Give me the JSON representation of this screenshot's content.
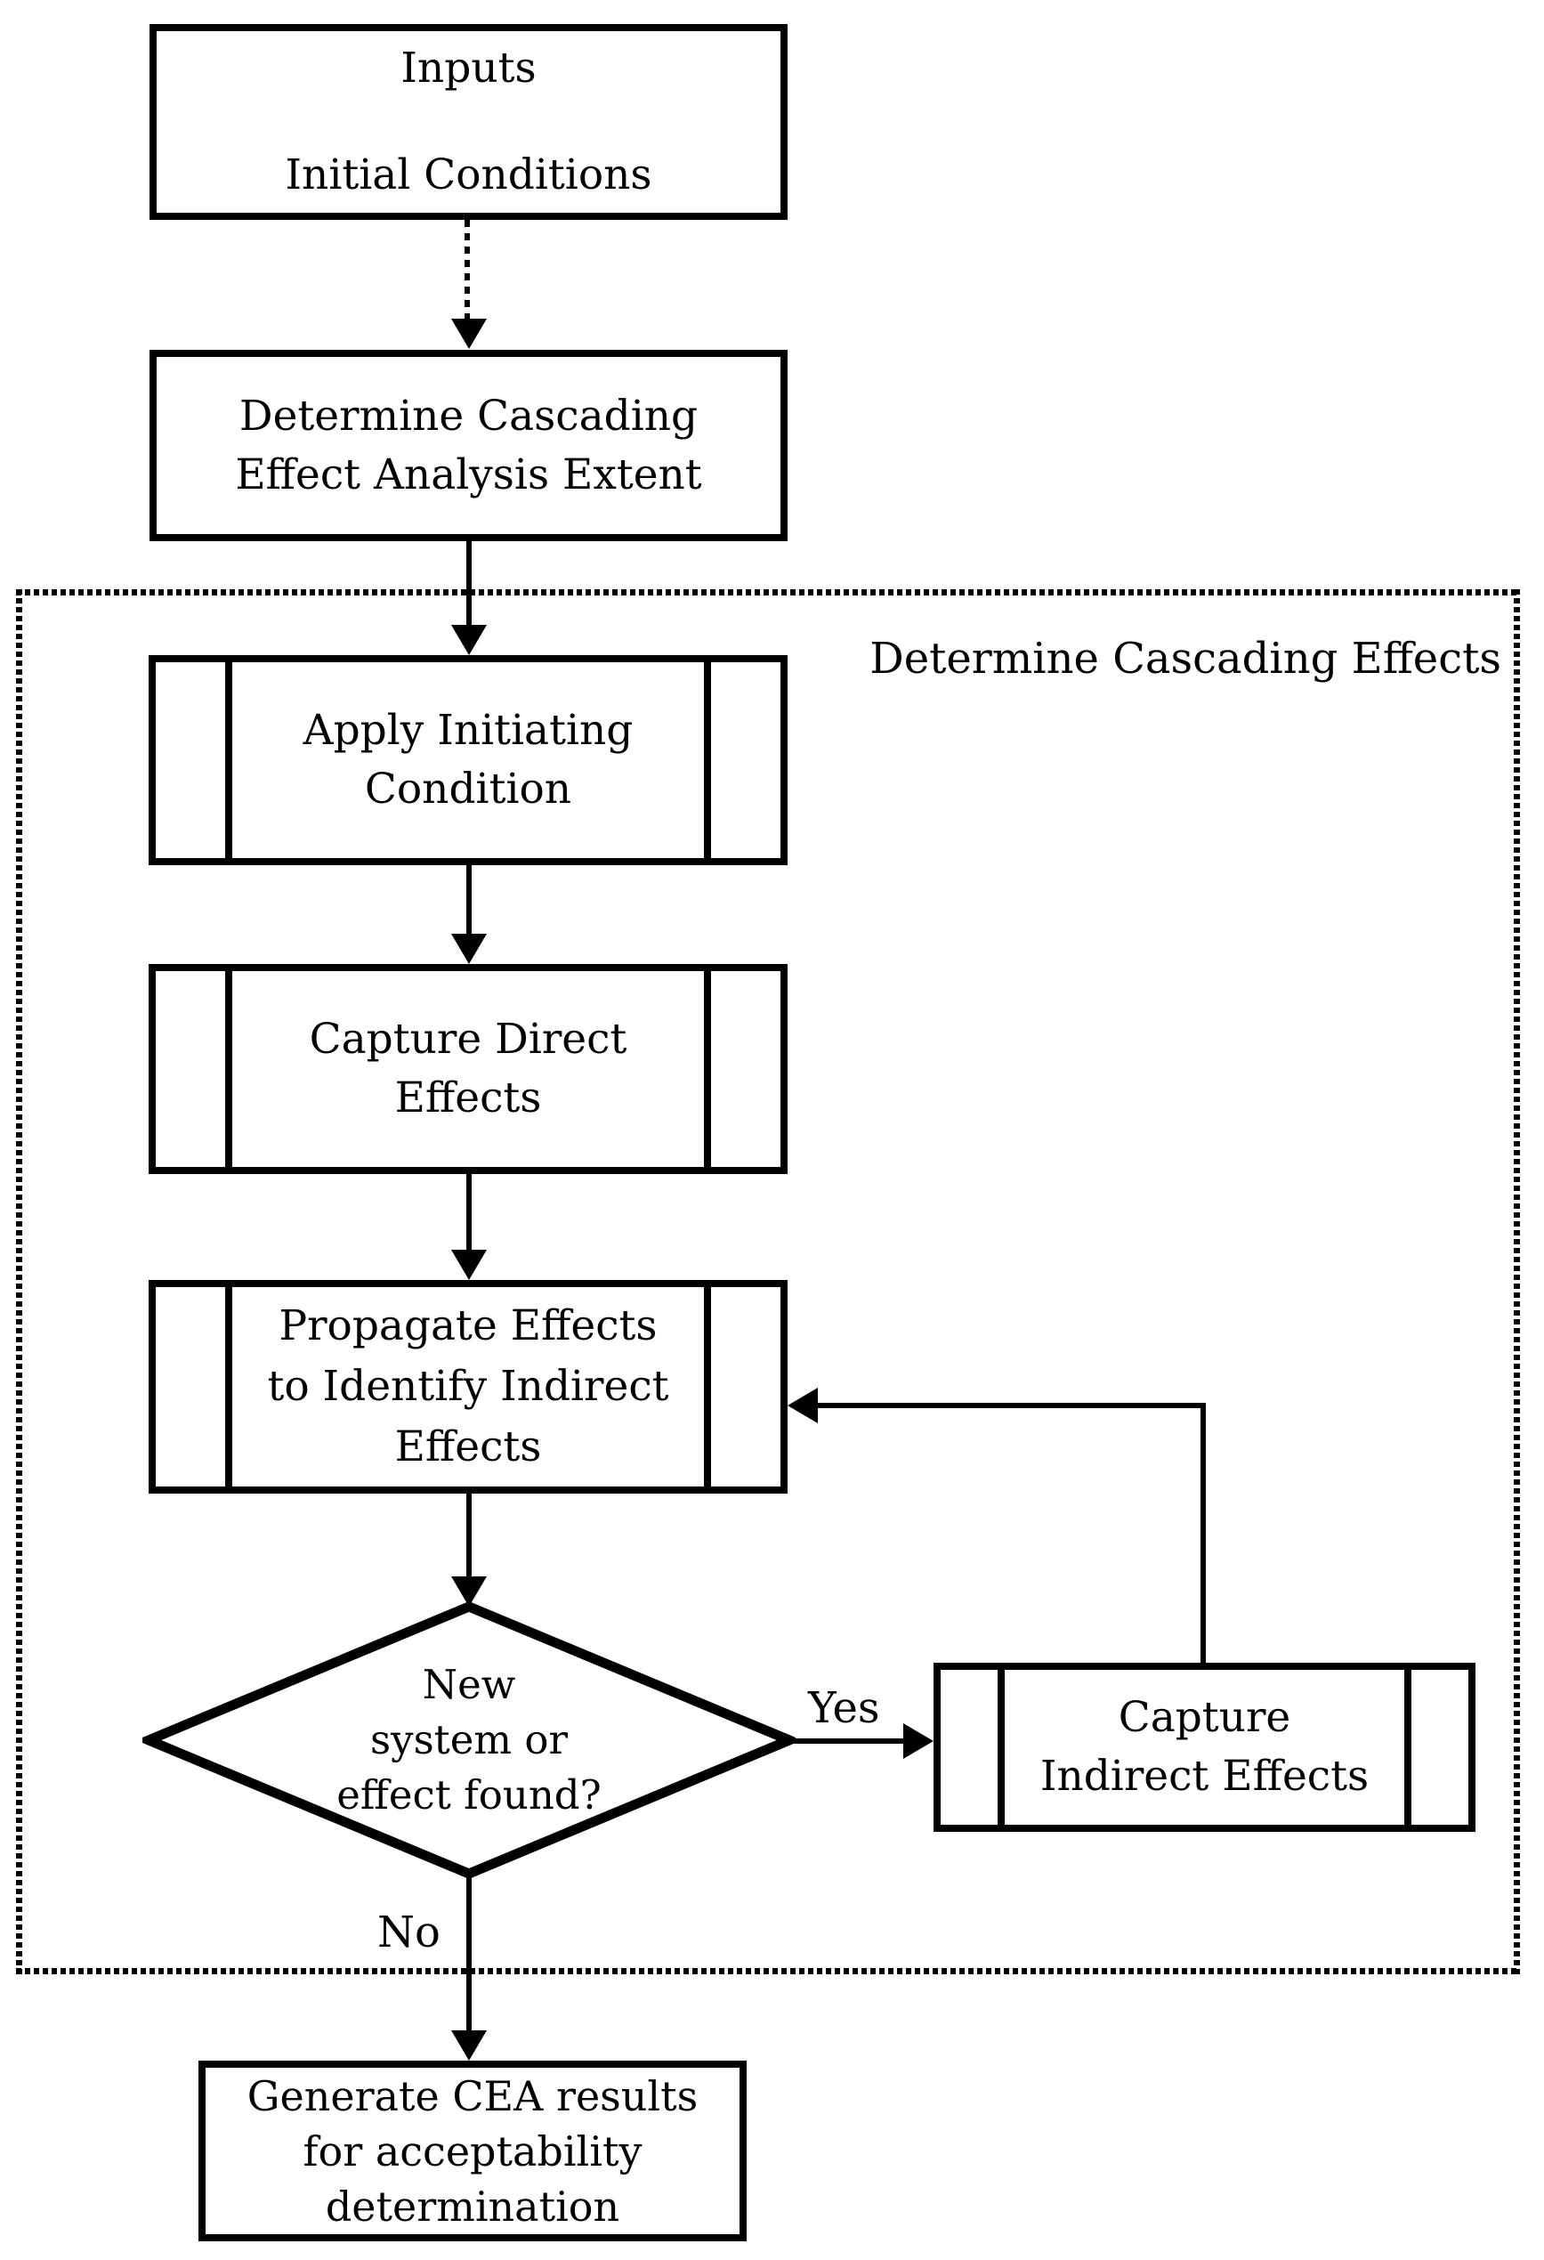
{
  "colors": {
    "ink": "#000000",
    "paper": "#ffffff"
  },
  "container": {
    "label": "Determine Cascading Effects"
  },
  "nodes": {
    "inputs": {
      "line1": "Inputs",
      "line2": "Initial Conditions"
    },
    "determine_extent": {
      "line1": "Determine Cascading",
      "line2": "Effect Analysis Extent"
    },
    "apply_initiating": {
      "line1": "Apply Initiating",
      "line2": "Condition"
    },
    "capture_direct": {
      "line1": "Capture Direct",
      "line2": "Effects"
    },
    "propagate_effects": {
      "line1": "Propagate Effects",
      "line2": "to Identify Indirect",
      "line3": "Effects"
    },
    "decision": {
      "line1": "New",
      "line2": "system or",
      "line3": "effect found?"
    },
    "capture_indirect": {
      "line1": "Capture",
      "line2": "Indirect Effects"
    },
    "generate_results": {
      "line1": "Generate CEA results",
      "line2": "for acceptability",
      "line3": "determination"
    }
  },
  "edge_labels": {
    "yes": "Yes",
    "no": "No"
  }
}
